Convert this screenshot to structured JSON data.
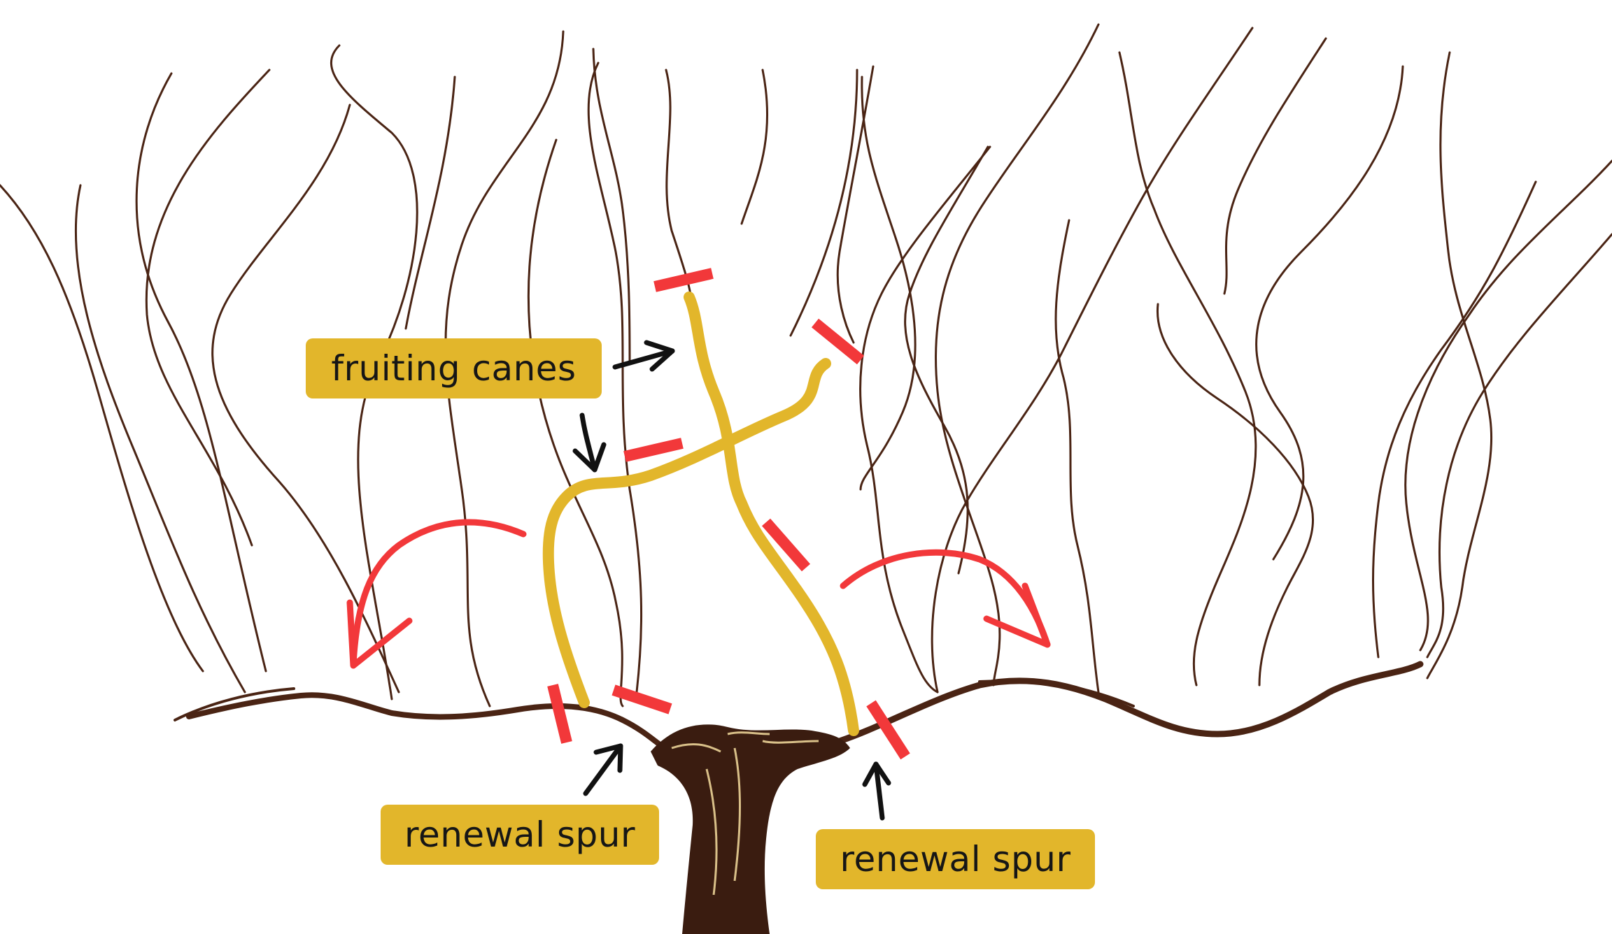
{
  "labels": {
    "fruiting_canes": "fruiting canes",
    "renewal_spur_left": "renewal spur",
    "renewal_spur_right": "renewal spur"
  },
  "colors": {
    "background": "#ffffff",
    "vine": "#4a2414",
    "trunk": "#3a1c10",
    "trunk_highlight": "#d9c089",
    "fruiting_cane": "#e2b62b",
    "cut_mark": "#f2383a",
    "bend_arrow": "#f2383a",
    "pointer_arrow": "#111111",
    "label_fill": "#e2b62b",
    "label_text": "#161616"
  },
  "icons": {
    "cut_mark": "red-bar",
    "bend_arrow": "curved-arrow",
    "pointer_arrow": "black-arrow"
  }
}
